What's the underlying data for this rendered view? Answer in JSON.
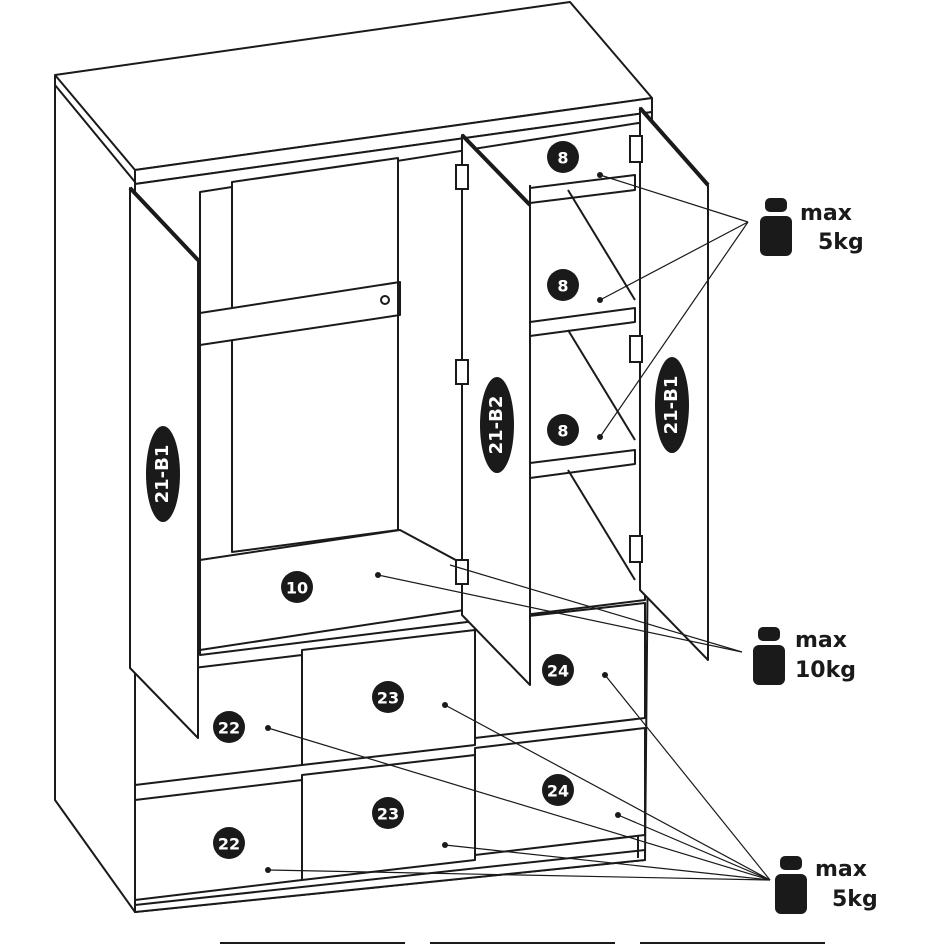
{
  "colors": {
    "line": "#1a1a1a",
    "fill": "#ffffff",
    "badge": "#1a1a1a",
    "badge_text": "#ffffff"
  },
  "door_codes": {
    "left": "21-B1",
    "middle": "21-B2",
    "right": "21-B1"
  },
  "parts": {
    "shelf_top": "8",
    "shelf_mid": "8",
    "shelf_low": "8",
    "bottom_panel": "10",
    "drawer_top_left": "22",
    "drawer_top_mid": "23",
    "drawer_top_right": "24",
    "drawer_bottom_left": "22",
    "drawer_bottom_mid": "23",
    "drawer_bottom_right": "24"
  },
  "weights": {
    "shelves": {
      "max": "max",
      "value": "5kg"
    },
    "bottom": {
      "max": "max",
      "value": "10kg"
    },
    "drawers": {
      "max": "max",
      "value": "5kg"
    }
  },
  "icons": {
    "weight": "weight-icon",
    "hinge": "hinge-icon"
  }
}
